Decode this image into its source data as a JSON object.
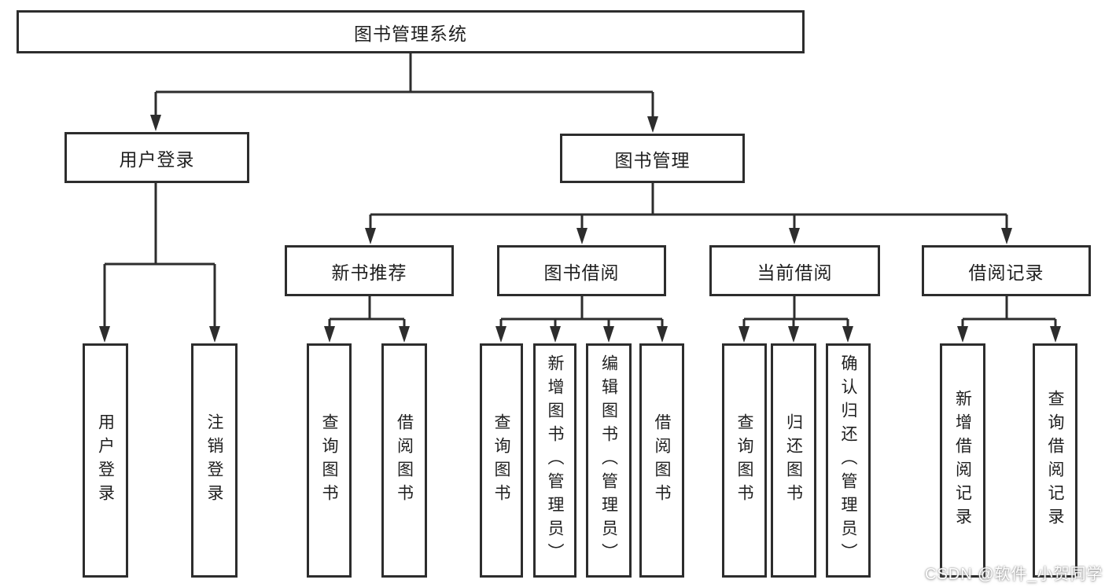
{
  "tree": {
    "label": "图书管理系统",
    "children": [
      {
        "label": "用户登录",
        "children": [
          {
            "label": "用户登录"
          },
          {
            "label": "注销登录"
          }
        ]
      },
      {
        "label": "图书管理",
        "children": [
          {
            "label": "新书推荐",
            "children": [
              {
                "label": "查询图书"
              },
              {
                "label": "借阅图书"
              }
            ]
          },
          {
            "label": "图书借阅",
            "children": [
              {
                "label": "查询图书"
              },
              {
                "label": "新增图书（管理员）"
              },
              {
                "label": "编辑图书（管理员）"
              },
              {
                "label": "借阅图书"
              }
            ]
          },
          {
            "label": "当前借阅",
            "children": [
              {
                "label": "查询图书"
              },
              {
                "label": "归还图书"
              },
              {
                "label": "确认归还（管理员）"
              }
            ]
          },
          {
            "label": "借阅记录",
            "children": [
              {
                "label": "新增借阅记录"
              },
              {
                "label": "查询借阅记录"
              }
            ]
          }
        ]
      }
    ]
  },
  "watermark": {
    "text": "CSDN @软件_小贺同学"
  },
  "colors": {
    "line": "#2d2d2d",
    "box_border": "#2d2d2d",
    "text": "#1f1f1f",
    "background": "#ffffff",
    "watermark_text": "#ffffff"
  }
}
